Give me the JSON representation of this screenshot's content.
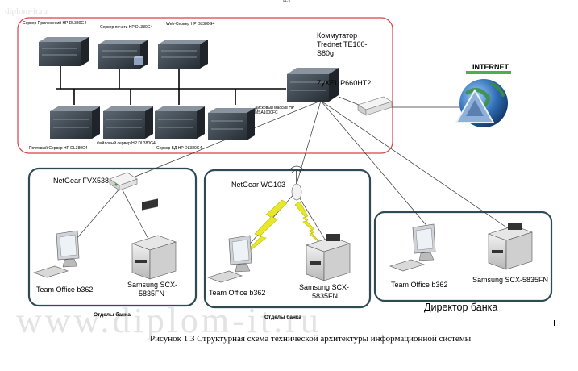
{
  "page_number": "43",
  "watermark": {
    "top_left": "diplom-it.ru",
    "bottom": "www.diplom-it.ru"
  },
  "server_room": {
    "servers_top": [
      {
        "label": "Сервер Приложений HP DL380G4"
      },
      {
        "label": "Сервер печати HP DL380G4"
      },
      {
        "label": "Web-Сервер HP DL380G4"
      }
    ],
    "servers_bottom": [
      {
        "label": "Почтовый Сервер HP DL380G4"
      },
      {
        "label": "Файловый сервер HP DL380G4"
      },
      {
        "label": "Сервер БД HP DL380G4"
      },
      {
        "label": "Дисковый массив HP MSA1000FC"
      }
    ],
    "switch": {
      "label_line1": "Коммутатор",
      "label_line2": "Trednet TE100-",
      "label_line3": "S80g"
    },
    "router": {
      "label": "ZyXEL P660HT2"
    }
  },
  "internet": {
    "label": "INTERNET"
  },
  "departments": [
    {
      "device_label": "NetGear FVX538",
      "pc_label": "Team Office b362",
      "printer_label_line1": "Samsung SCX-",
      "printer_label_line2": "5835FN",
      "caption": "Отделы банка"
    },
    {
      "device_label": "NetGear WG103",
      "pc_label": "Team Office b362",
      "printer_label_line1": "Samsung SCX-",
      "printer_label_line2": "5835FN",
      "caption": "Отделы банка"
    }
  ],
  "director": {
    "pc_label": "Team Office b362",
    "printer_label": "Samsung SCX-5835FN",
    "caption": "Директор банка"
  },
  "figure_caption": "Рисунок 1.3 Структурная схема технической архитектуры информационной системы",
  "colors": {
    "server_room_border": "#d9404a",
    "dept_border": "#2e4a55",
    "lightning": "#e8e82a",
    "globe": "#2f6db5",
    "triangle": "#7fa0c8",
    "internet_bar": "#4caf50"
  }
}
